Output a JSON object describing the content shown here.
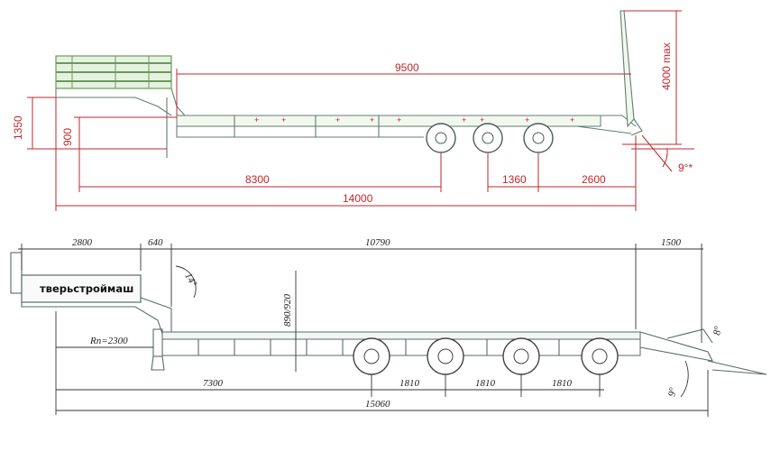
{
  "top_view": {
    "dims": {
      "height_deck": "1350",
      "gooseneck_drop": "900",
      "platform_length": "9500",
      "ramp_height": "4000 max",
      "to_axle": "8300",
      "total_length": "14000",
      "axle_spacing": "1360",
      "rear_overhang": "2600",
      "ramp_angle": "9°*"
    }
  },
  "bottom_view": {
    "brand_label": "тверьстроймаш",
    "dims": {
      "front_section": "2800",
      "neck": "640",
      "deck": "10790",
      "ramp": "1500",
      "swing_radius": "Rп=2300",
      "deck_height": "890/920",
      "to_first_axle": "7300",
      "axle_gap_1": "1810",
      "axle_gap_2": "1810",
      "axle_gap_3": "1810",
      "overall_length": "15060",
      "angle_front": "14°",
      "angle_ramp_a": "8°",
      "angle_ramp_b": "9°"
    }
  },
  "colors": {
    "dimension_red": "#c1272d",
    "body_green": "#6a9a5a",
    "frame_grey": "#5a6a6a"
  }
}
